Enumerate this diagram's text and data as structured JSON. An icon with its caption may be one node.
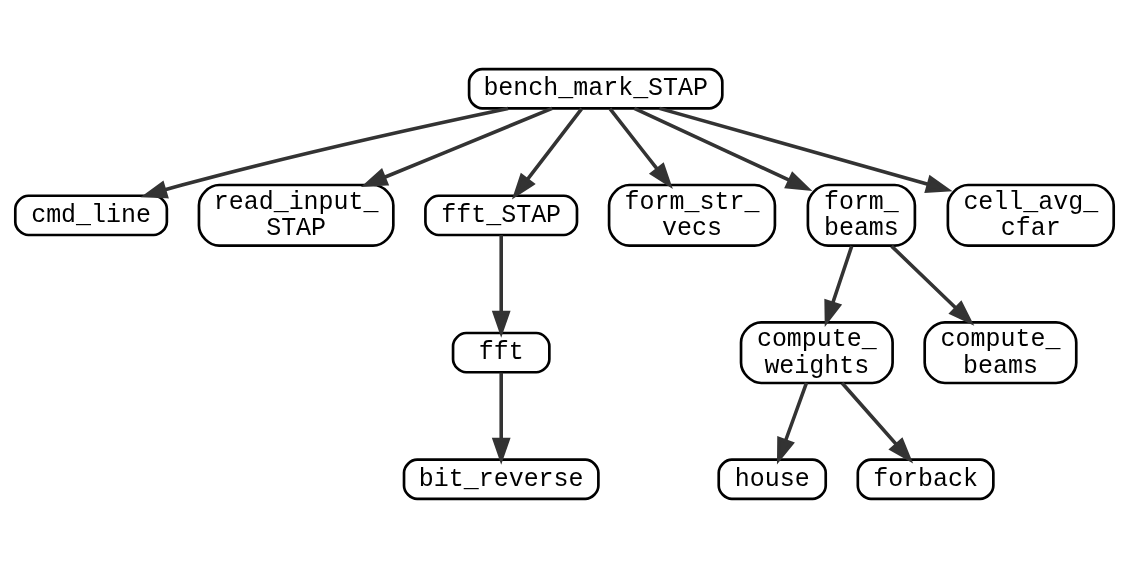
{
  "diagram": {
    "nodes": [
      {
        "text": [
          "bench_mark_STAP"
        ]
      },
      {
        "text": [
          "cmd_line"
        ]
      },
      {
        "text": [
          "read_input_ STAP"
        ]
      },
      {
        "text": [
          "fft_STAP"
        ]
      },
      {
        "text": [
          "form_str_ vecs"
        ]
      },
      {
        "text": [
          "form_ beams"
        ]
      },
      {
        "text": [
          "cell_avg_ cfar"
        ]
      },
      {
        "text": [
          "fft"
        ]
      },
      {
        "text": [
          "bit_reverse"
        ]
      },
      {
        "text": [
          "compute_ weights"
        ]
      },
      {
        "text": [
          "compute_ beams"
        ]
      },
      {
        "text": [
          "house"
        ]
      },
      {
        "text": [
          "forback"
        ]
      }
    ],
    "edges": [
      {
        "from": 0,
        "to": 1,
        "arrow": "to"
      },
      {
        "from": 0,
        "to": 2,
        "arrow": "to"
      },
      {
        "from": 0,
        "to": 3,
        "arrow": "to"
      },
      {
        "from": 0,
        "to": 4,
        "arrow": "to"
      },
      {
        "from": 0,
        "to": 5,
        "arrow": "to"
      },
      {
        "from": 0,
        "to": 6,
        "arrow": "to"
      },
      {
        "from": 3,
        "to": 7,
        "arrow": "to"
      },
      {
        "from": 7,
        "to": 8,
        "arrow": "to"
      },
      {
        "from": 5,
        "to": 9,
        "arrow": "to"
      },
      {
        "from": 5,
        "to": 10,
        "arrow": "to"
      },
      {
        "from": 9,
        "to": 11,
        "arrow": "to"
      },
      {
        "from": 9,
        "to": 12,
        "arrow": "to"
      }
    ]
  }
}
